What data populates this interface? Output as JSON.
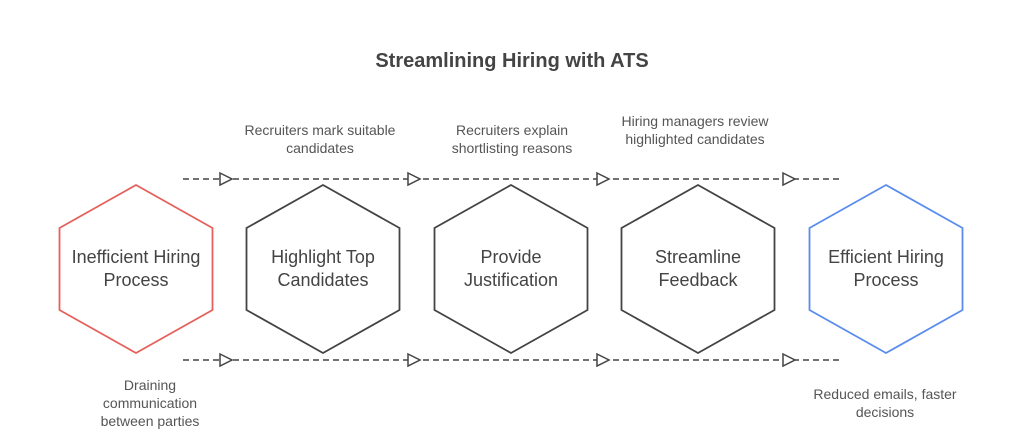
{
  "title": "Streamlining Hiring with ATS",
  "colors": {
    "start": "#e5615c",
    "end": "#5b8def",
    "step": "#444444",
    "connector": "#444444"
  },
  "nodes": [
    {
      "label": "Inefficient Hiring Process"
    },
    {
      "label": "Highlight Top Candidates"
    },
    {
      "label": "Provide Justification"
    },
    {
      "label": "Streamline Feedback"
    },
    {
      "label": "Efficient Hiring Process"
    }
  ],
  "top_notes": [
    "Recruiters mark suitable candidates",
    "Recruiters explain shortlisting reasons",
    "Hiring managers review highlighted candidates"
  ],
  "bottom_notes": [
    "Draining communication between parties",
    "Reduced emails, faster decisions"
  ]
}
